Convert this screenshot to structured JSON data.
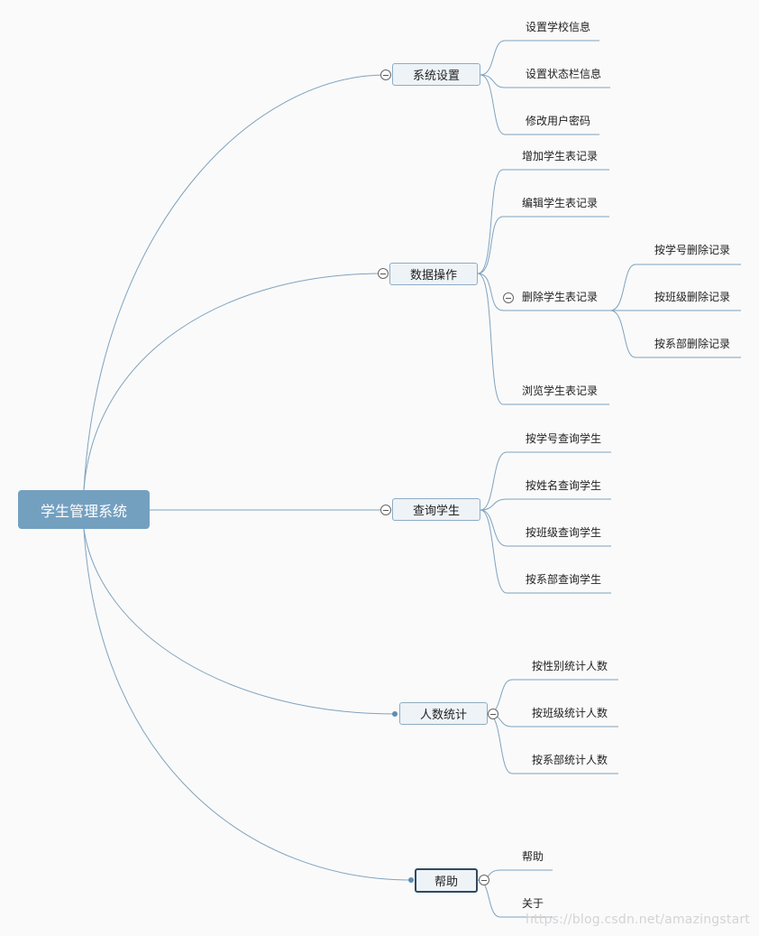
{
  "root": {
    "label": "学生管理系统"
  },
  "branches": [
    {
      "label": "系统设置",
      "children": [
        "设置学校信息",
        "设置状态栏信息",
        "修改用户密码"
      ]
    },
    {
      "label": "数据操作",
      "children": [
        "增加学生表记录",
        "编辑学生表记录",
        "删除学生表记录",
        "浏览学生表记录"
      ],
      "sub": {
        "parent": "删除学生表记录",
        "children": [
          "按学号删除记录",
          "按班级删除记录",
          "按系部删除记录"
        ]
      }
    },
    {
      "label": "查询学生",
      "children": [
        "按学号查询学生",
        "按姓名查询学生",
        "按班级查询学生",
        "按系部查询学生"
      ]
    },
    {
      "label": "人数统计",
      "children": [
        "按性别统计人数",
        "按班级统计人数",
        "按系部统计人数"
      ]
    },
    {
      "label": "帮助",
      "children": [
        "帮助",
        "关于"
      ]
    }
  ],
  "watermark": "https://blog.csdn.net/amazingstart",
  "colors": {
    "root": "#74a0c0",
    "line": "#7fa3bf",
    "branch_fill": "#eef3f7",
    "branch_border": "#8eacc2",
    "selected_border": "#2f4a60"
  }
}
